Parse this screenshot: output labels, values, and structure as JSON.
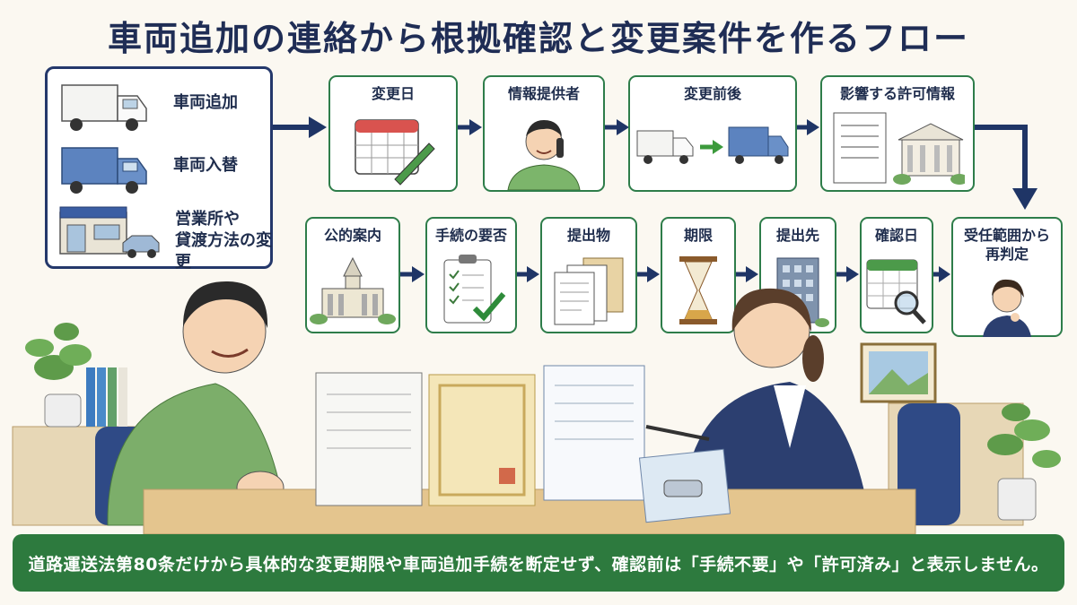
{
  "title": "車両追加の連絡から根拠確認と変更案件を作るフロー",
  "inputs": [
    {
      "label": "車両追加",
      "icon": "white-truck-icon"
    },
    {
      "label": "車両入替",
      "icon": "blue-truck-icon"
    },
    {
      "label": "営業所や\n貸渡方法の変更",
      "icon": "office-building-icon"
    }
  ],
  "steps_top": [
    {
      "label": "変更日",
      "icon": "calendar-pencil-icon"
    },
    {
      "label": "情報提供者",
      "icon": "person-phone-icon"
    },
    {
      "label": "変更前後",
      "icon": "truck-swap-icon"
    },
    {
      "label": "影響する許可情報",
      "icon": "permit-document-icon"
    }
  ],
  "steps_bottom": [
    {
      "label": "公的案内",
      "icon": "government-building-icon"
    },
    {
      "label": "手続の要否",
      "icon": "clipboard-check-icon"
    },
    {
      "label": "提出物",
      "icon": "documents-icon"
    },
    {
      "label": "期限",
      "icon": "hourglass-icon"
    },
    {
      "label": "提出先",
      "icon": "office-tower-icon"
    },
    {
      "label": "確認日",
      "icon": "calendar-magnifier-icon"
    },
    {
      "label": "受任範囲から\n再判定",
      "icon": "thinking-woman-icon"
    }
  ],
  "note": "道路運送法第80条だけから具体的な変更期限や車両追加手続を断定せず、確認前は「手続不要」や「許可済み」と表示しません。",
  "colors": {
    "navy": "#24386b",
    "green": "#2e7d4a",
    "note_bg": "#2d7a3e"
  }
}
